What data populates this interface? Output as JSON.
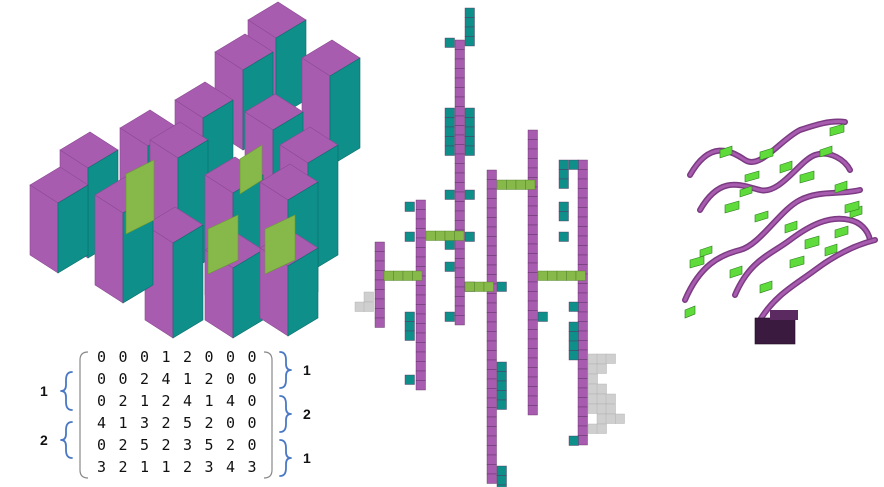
{
  "colors": {
    "magenta": "#a85cb0",
    "magenta_dark": "#7b3a82",
    "teal": "#0e8f8a",
    "teal_dark": "#0a6b68",
    "green": "#86b84a",
    "green_bright": "#5fdc3c",
    "gray": "#cfcfcf",
    "brace": "#4a78c4"
  },
  "matrix": {
    "rows": [
      "0 0 0 1 2 0 0 0",
      "0 0 2 4 1 2 0 0",
      "0 2 1 2 4 1 4 0",
      "4 1 3 2 5 2 0 0",
      "0 2 5 2 3 5 2 0",
      "3 2 1 1 2 3 4 3"
    ],
    "left_labels": [
      "1",
      "2"
    ],
    "right_labels": [
      "1",
      "2",
      "1"
    ]
  }
}
